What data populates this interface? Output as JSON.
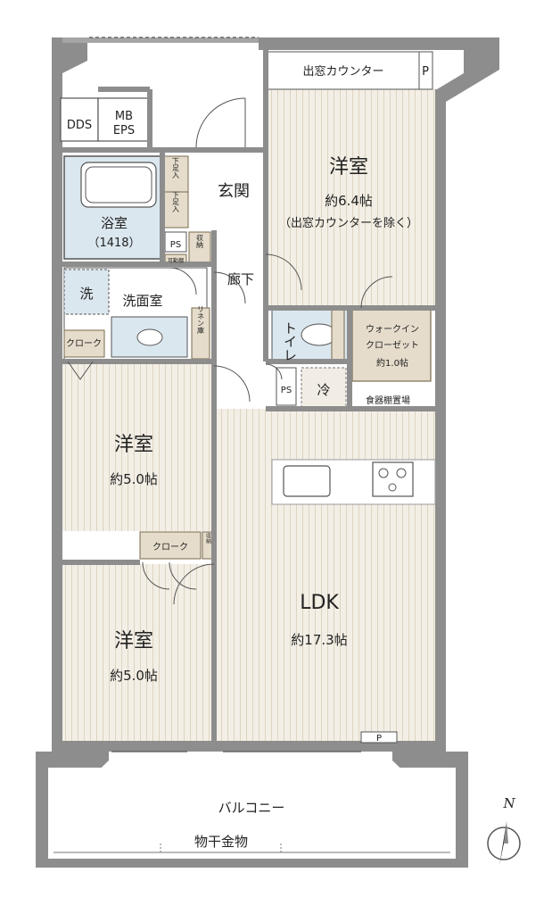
{
  "rooms": {
    "western_top": {
      "name": "洋室",
      "size": "約6.4帖",
      "note": "（出窓カウンターを除く）"
    },
    "western_mid": {
      "name": "洋室",
      "size": "約5.0帖"
    },
    "western_bot": {
      "name": "洋室",
      "size": "約5.0帖"
    },
    "ldk": {
      "name": "LDK",
      "size": "約17.3帖"
    },
    "bath": {
      "name": "浴室",
      "size": "（1418）"
    },
    "washroom": {
      "name": "洗面室",
      "washer": "洗"
    },
    "entrance": {
      "name": "玄関"
    },
    "hallway": {
      "name": "廊下"
    },
    "toilet": {
      "name": "トイレ"
    },
    "wic": {
      "line1": "ウォークイン",
      "line2": "クローゼット",
      "size": "約1.0帖"
    },
    "balcony": {
      "name": "バルコニー"
    }
  },
  "labels": {
    "bay_counter": "出窓カウンター",
    "dds": "DDS",
    "mb": "MB",
    "eps": "EPS",
    "shoe1": "下足入",
    "shoe2": "下足入",
    "ps1": "PS",
    "storage1": "収納",
    "movable_shelf": "可動棚",
    "linen": "リネン庫",
    "closet1": "クローク",
    "closet2": "クローク",
    "storage2": "収納",
    "ps2": "PS",
    "fridge": "冷",
    "dish_shelf": "食器棚置場",
    "p1": "P",
    "p2": "P",
    "laundry_pole": "物干金物",
    "north": "N"
  },
  "colors": {
    "wall": "#888888",
    "floor": "#f1ede4",
    "floor_line": "#ddd3bf",
    "wet_area": "#dbe8ef",
    "closet": "#e5dccb",
    "closet_stroke": "#7a6a4d"
  }
}
